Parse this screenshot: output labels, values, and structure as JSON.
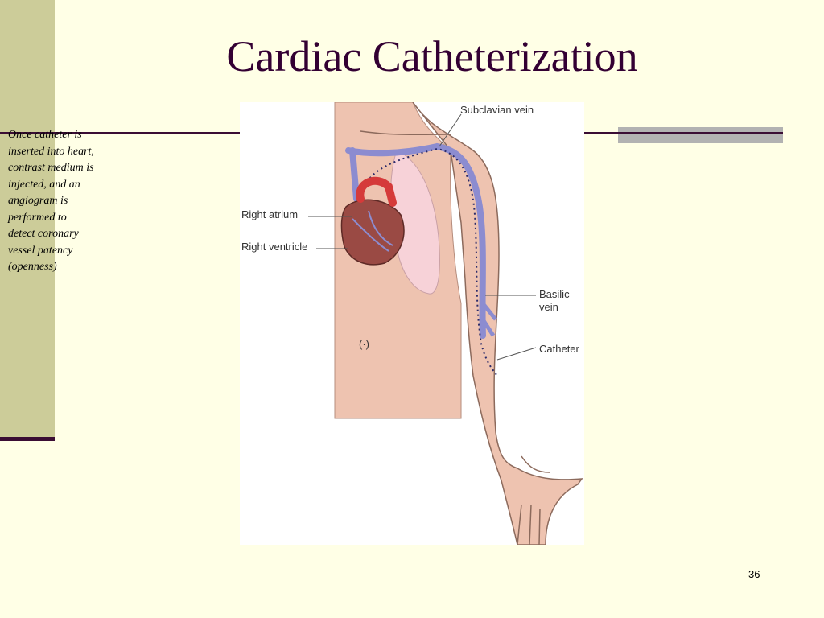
{
  "slide": {
    "title": "Cardiac Catheterization",
    "caption": "Once catheter is\ninserted into heart,\ncontrast medium is\ninjected, and an\nangiogram is\nperformed to\ndetect coronary\nvessel patency\n(openness)",
    "page_number": "36"
  },
  "figure": {
    "labels": {
      "subclavian_vein": "Subclavian vein",
      "right_atrium": "Right atrium",
      "right_ventricle": "Right ventricle",
      "basilic_vein_line1": "Basilic",
      "basilic_vein_line2": "vein",
      "catheter": "Catheter"
    }
  },
  "colors": {
    "background": "#FFFFE6",
    "left_bar": "#CCCC99",
    "rule": "#3A0D34",
    "title": "#330033",
    "skin": "#EEC3B0",
    "vein": "#8C8CD0",
    "heart": "#9A4A44"
  }
}
